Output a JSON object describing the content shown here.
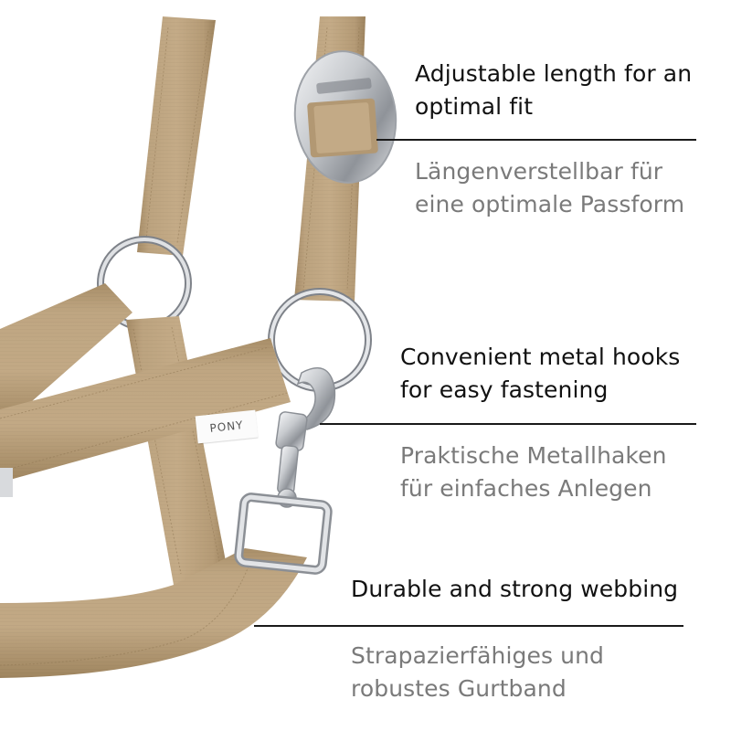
{
  "features": [
    {
      "en": [
        "Adjustable length for an",
        "optimal fit"
      ],
      "de": [
        "Längenverstellbar für",
        "eine optimale Passform"
      ]
    },
    {
      "en": [
        "Convenient metal hooks",
        "for easy fastening"
      ],
      "de": [
        "Praktische Metallhaken",
        "für einfaches Anlegen"
      ]
    },
    {
      "en": [
        "Durable and strong webbing"
      ],
      "de": [
        "Strapazierfähiges und",
        "robustes Gurtband"
      ]
    }
  ],
  "product_label": "PONY",
  "colors": {
    "webbing": "#b9a07c",
    "webbing_dark": "#a08660",
    "metal": "#c9ccd1",
    "heading_text": "#111111",
    "subtext": "#7a7a7a",
    "rule": "#1a1a1a"
  }
}
